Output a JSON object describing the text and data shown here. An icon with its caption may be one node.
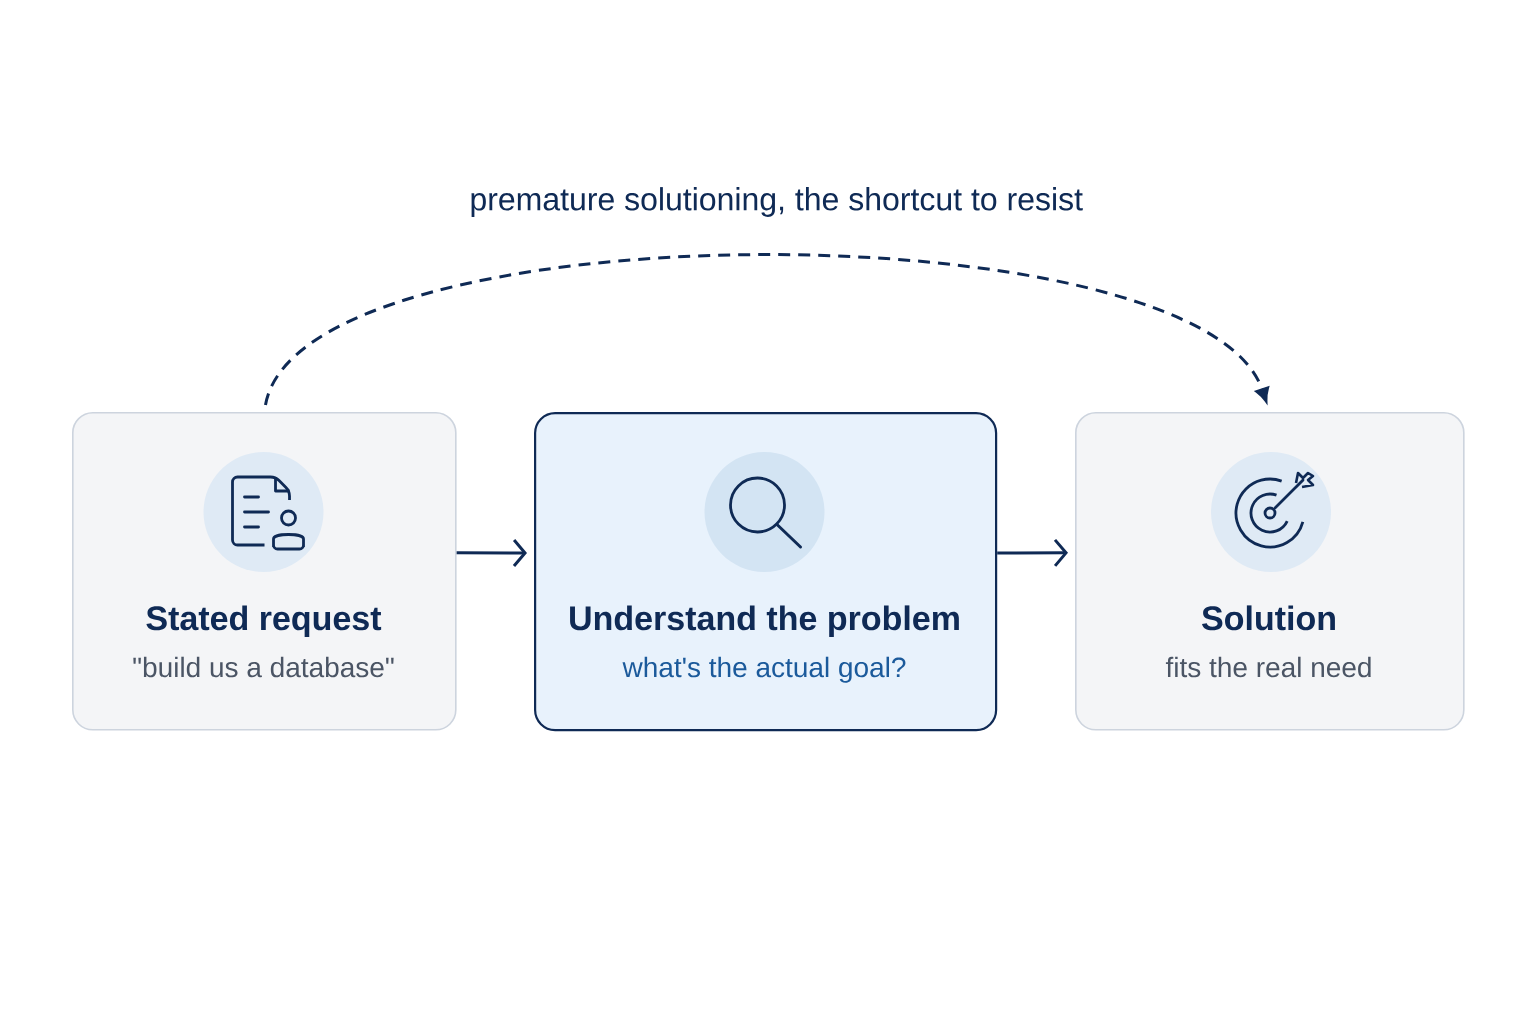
{
  "diagram": {
    "nodes": [
      {
        "text": [
          "Stated request",
          "\"build us a database\""
        ]
      },
      {
        "text": [
          "Understand the problem",
          "what's the actual goal?"
        ]
      },
      {
        "text": [
          "Solution",
          "fits the real need"
        ]
      }
    ],
    "edges": [
      {
        "from": 0,
        "to": 1,
        "arrow": "to"
      },
      {
        "from": 1,
        "to": 2,
        "arrow": "to"
      },
      {
        "from": 0,
        "to": 2,
        "arrow": "to",
        "style": "dashed",
        "label": "premature solutioning, the shortcut to resist"
      }
    ]
  }
}
